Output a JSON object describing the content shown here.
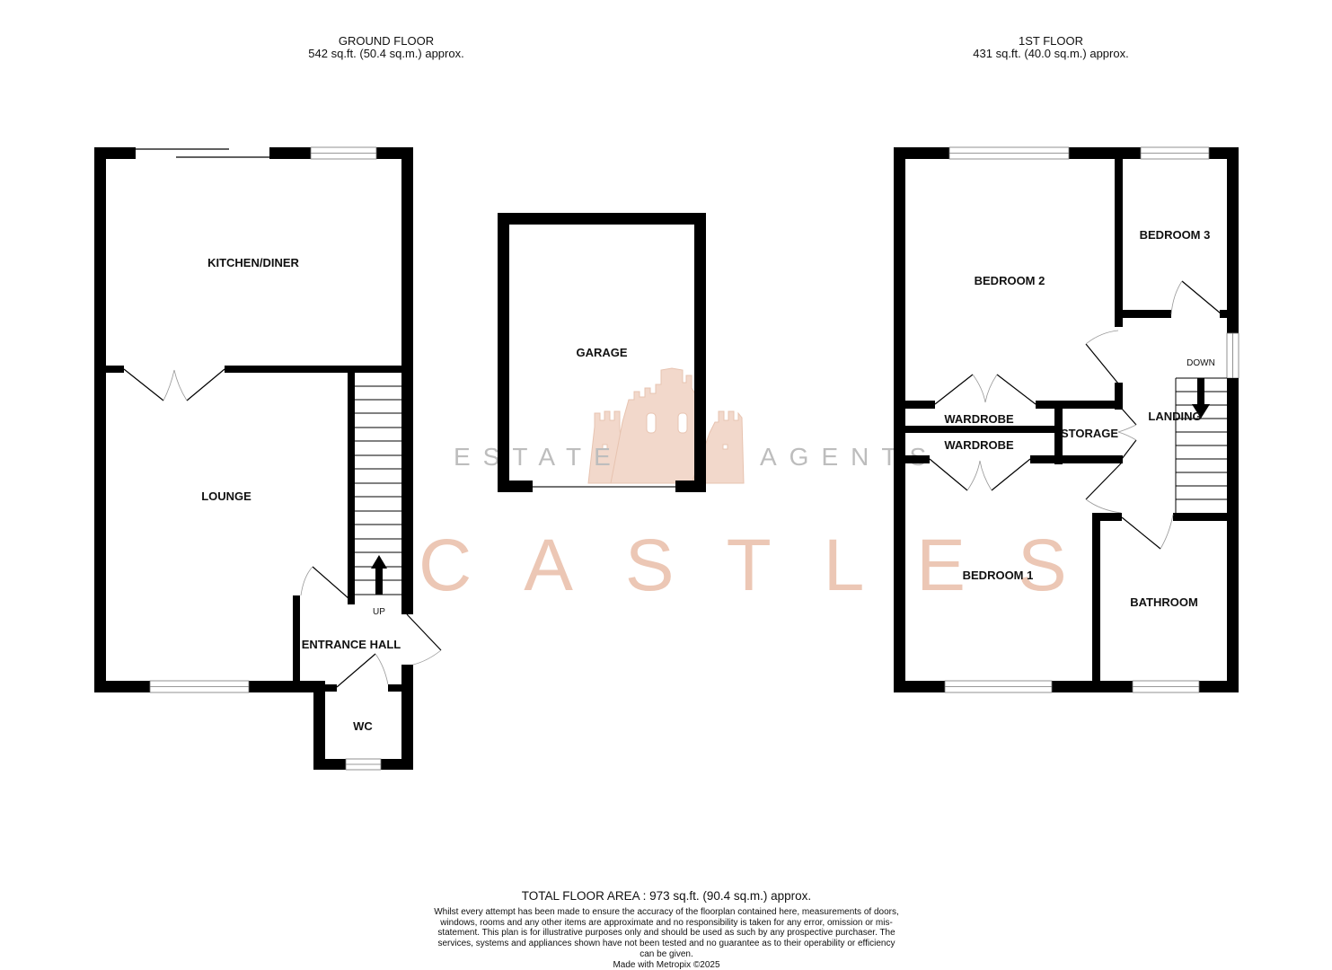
{
  "ground_floor": {
    "title": "GROUND FLOOR",
    "area": "542 sq.ft. (50.4 sq.m.) approx.",
    "rooms": {
      "kitchen_diner": "KITCHEN/DINER",
      "lounge": "LOUNGE",
      "entrance_hall": "ENTRANCE HALL",
      "wc": "WC",
      "garage": "GARAGE"
    },
    "stairs_label": "UP"
  },
  "first_floor": {
    "title": "1ST FLOOR",
    "area": "431 sq.ft. (40.0 sq.m.) approx.",
    "rooms": {
      "bedroom_1": "BEDROOM 1",
      "bedroom_2": "BEDROOM 2",
      "bedroom_3": "BEDROOM 3",
      "wardrobe_upper": "WARDROBE",
      "wardrobe_lower": "WARDROBE",
      "storage": "STORAGE",
      "landing": "LANDING",
      "bathroom": "BATHROOM"
    },
    "stairs_label": "DOWN"
  },
  "watermark": {
    "brand": "CASTLES",
    "left_tagline": "ESTATE",
    "right_tagline": "AGENTS",
    "logo_icon": "castle-icon",
    "brand_color": "#ecc7b5",
    "tagline_color": "#bdbdbd"
  },
  "footer": {
    "total_area": "TOTAL FLOOR AREA : 973 sq.ft. (90.4 sq.m.) approx.",
    "disclaimer": "Whilst every attempt has been made to ensure the accuracy of the floorplan contained here, measurements of doors, windows, rooms and any other items are approximate and no responsibility is taken for any error, omission or mis-statement. This plan is for illustrative purposes only and should be used as such by any prospective purchaser. The services, systems and appliances shown have not been tested and no guarantee as to their operability or efficiency can be given.",
    "credit": "Made with Metropix ©2025"
  },
  "colors": {
    "wall": "#000000",
    "window": "#ffffff",
    "door_arc": "#999999"
  }
}
